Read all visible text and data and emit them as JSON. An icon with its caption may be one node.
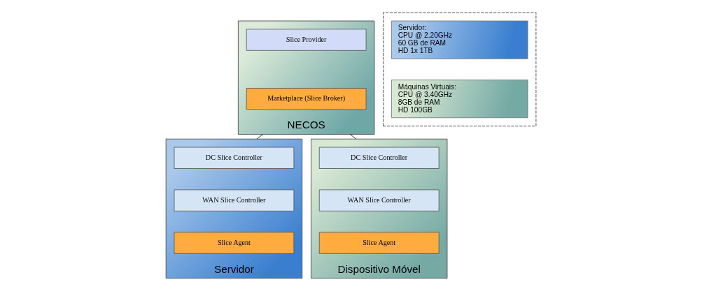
{
  "diagram": {
    "nodes": [
      {
        "text": [
          "NECOS"
        ]
      },
      {
        "text": [
          "Slice Provider"
        ],
        "in": 0
      },
      {
        "text": [
          "Marketplace (Slice Broker)"
        ],
        "in": 0
      },
      {
        "text": [
          "Servidor"
        ]
      },
      {
        "text": [
          "DC Slice Controller"
        ],
        "in": 3
      },
      {
        "text": [
          "WAN Slice Controller"
        ],
        "in": 3
      },
      {
        "text": [
          "Slice Agent"
        ],
        "in": 3
      },
      {
        "text": [
          "Dispositivo Móvel"
        ]
      },
      {
        "text": [
          "DC Slice Controller"
        ],
        "in": 7
      },
      {
        "text": [
          "WAN Slice Controller"
        ],
        "in": 7
      },
      {
        "text": [
          "Slice Agent"
        ],
        "in": 7
      },
      {
        "text": [],
        "shape": "box"
      },
      {
        "text": [
          "Servidor:",
          "CPU @ 2.20GHz",
          "60 GB de RAM",
          "HD 1x 1TB"
        ],
        "in": 11
      },
      {
        "text": [
          "Máquinas Virtuais:",
          "CPU @ 3.40GHz",
          "8GB de RAM",
          "HD 100GB"
        ],
        "in": 11
      }
    ],
    "edges": [
      {
        "from": 0,
        "to": 3,
        "arrow": "none"
      },
      {
        "from": 0,
        "to": 7,
        "arrow": "none"
      }
    ]
  }
}
